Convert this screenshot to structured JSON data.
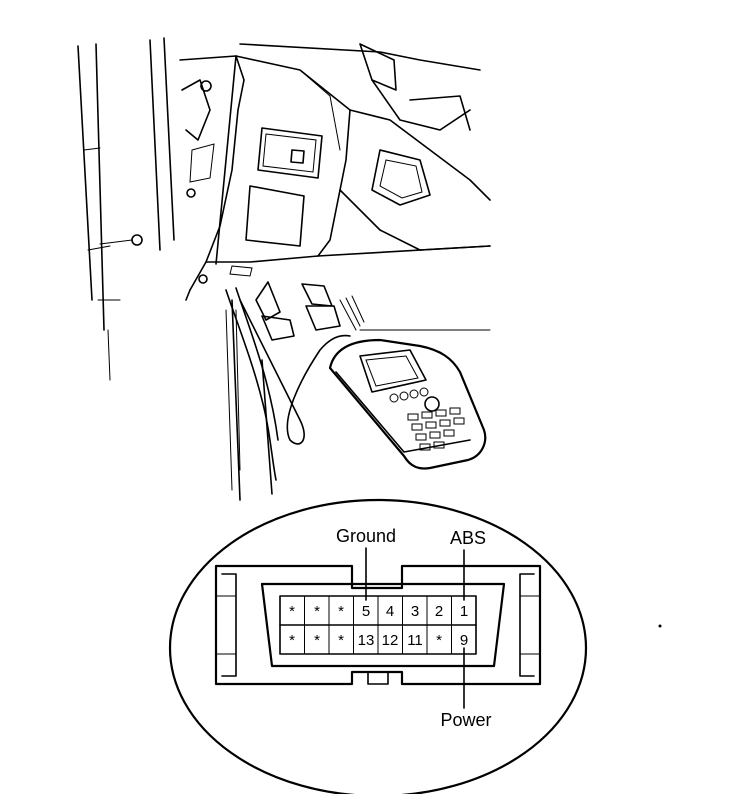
{
  "callouts": {
    "ground": "Ground",
    "abs": "ABS",
    "power": "Power"
  },
  "connector": {
    "top_row": [
      "*",
      "*",
      "*",
      "5",
      "4",
      "3",
      "2",
      "1"
    ],
    "bottom_row": [
      "*",
      "*",
      "*",
      "13",
      "12",
      "11",
      "*",
      "9"
    ]
  }
}
